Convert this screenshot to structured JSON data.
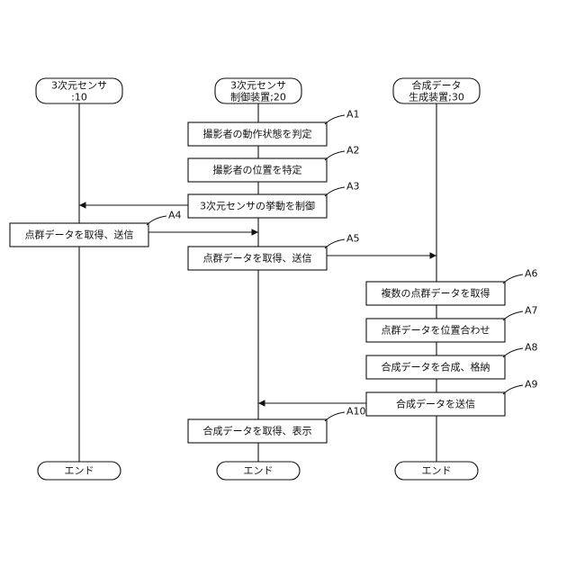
{
  "participants": [
    {
      "id": "sensor",
      "lines": [
        "3次元センサ",
        ":10"
      ]
    },
    {
      "id": "controller",
      "lines": [
        "3次元センサ",
        "制御装置;20"
      ]
    },
    {
      "id": "generator",
      "lines": [
        "合成データ",
        "生成装置;30"
      ]
    }
  ],
  "end_label": "エンド",
  "steps": [
    {
      "tag": "A1",
      "lane": "controller",
      "label": "撮影者の動作状態を判定"
    },
    {
      "tag": "A2",
      "lane": "controller",
      "label": "撮影者の位置を特定"
    },
    {
      "tag": "A3",
      "lane": "controller",
      "label": "3次元センサの挙動を制御",
      "arrow_to": "sensor"
    },
    {
      "tag": "A4",
      "lane": "sensor",
      "label": "点群データを取得、送信",
      "arrow_to": "controller"
    },
    {
      "tag": "A5",
      "lane": "controller",
      "label": "点群データを取得、送信",
      "arrow_to": "generator"
    },
    {
      "tag": "A6",
      "lane": "generator",
      "label": "複数の点群データを取得"
    },
    {
      "tag": "A7",
      "lane": "generator",
      "label": "点群データを位置合わせ"
    },
    {
      "tag": "A8",
      "lane": "generator",
      "label": "合成データを合成、格納"
    },
    {
      "tag": "A9",
      "lane": "generator",
      "label": "合成データを送信",
      "arrow_to": "controller"
    },
    {
      "tag": "A10",
      "lane": "controller",
      "label": "合成データを取得、表示"
    }
  ]
}
